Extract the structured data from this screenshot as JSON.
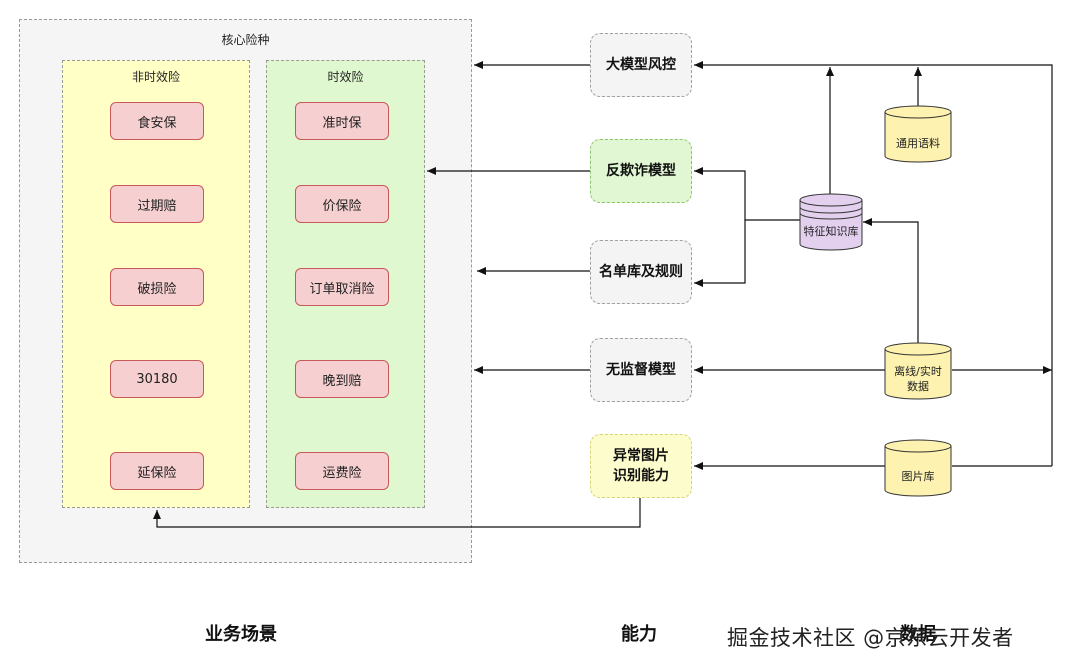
{
  "core": {
    "title": "核心险种",
    "non_timely": {
      "title": "非时效险",
      "items": [
        "食安保",
        "过期赔",
        "破损险",
        "30180",
        "延保险"
      ]
    },
    "timely": {
      "title": "时效险",
      "items": [
        "准时保",
        "价保险",
        "订单取消险",
        "晚到赔",
        "运费险"
      ]
    }
  },
  "capabilities": {
    "risk_control": "大模型风控",
    "anti_fraud": "反欺诈模型",
    "list_rules": "名单库及规则",
    "unsupervised": "无监督模型",
    "abnormal_image_1": "异常图片",
    "abnormal_image_2": "识别能力"
  },
  "data_sources": {
    "corpus": "通用语料",
    "feature_kb": "特征知识库",
    "offline_1": "离线/实时",
    "offline_2": "数据",
    "image_lib": "图片库"
  },
  "footer": {
    "scenario": "业务场景",
    "capability": "能力",
    "data": "数据"
  },
  "watermark": "掘金技术社区 @京东云开发者",
  "colors": {
    "container_bg": "#f5f5f5",
    "yellow_col": "#ffffc6",
    "green_col": "#e0f8cf",
    "item_fill": "#f6cfd0",
    "item_border": "#c9585c",
    "cyl_yellow": "#fdf2b0",
    "cyl_purple": "#e3d0ee"
  }
}
